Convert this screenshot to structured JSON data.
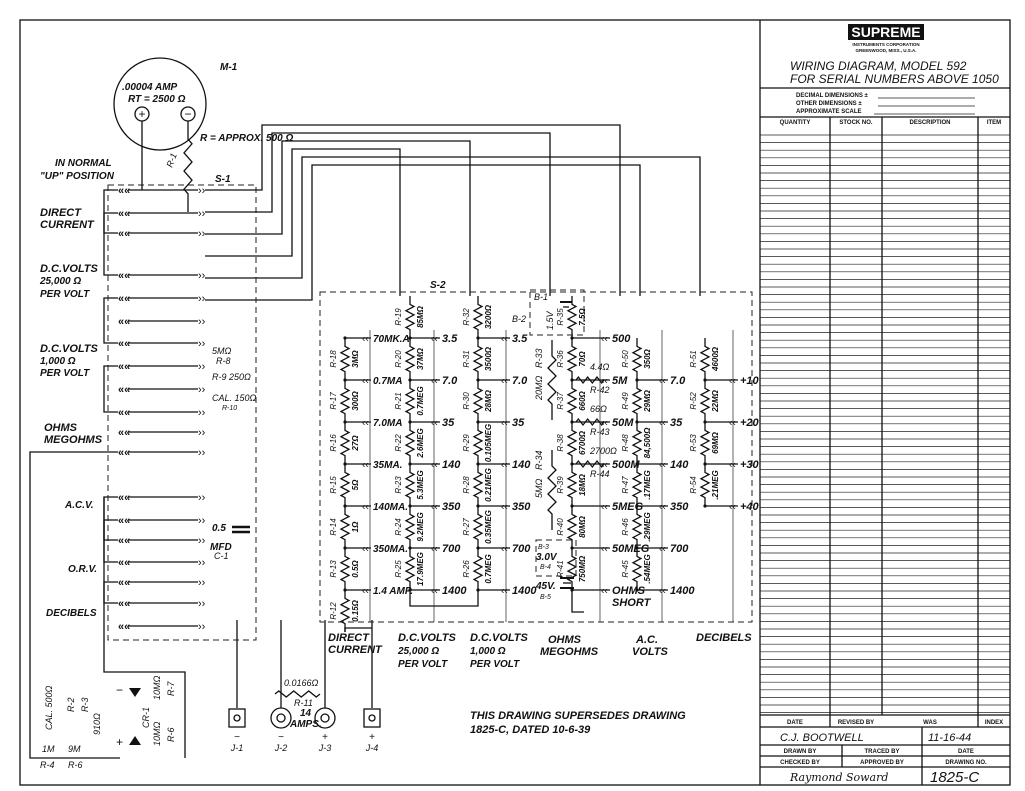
{
  "title_block": {
    "logo": "SUPREME",
    "logo_sub": "INSTRUMENTS CORPORATION",
    "logo_city": "GREENWOOD, MISS., U.S.A.",
    "title_line1": "WIRING DIAGRAM, MODEL 592",
    "title_line2": "FOR SERIAL NUMBERS ABOVE 1050",
    "decimal_dimensions": "DECIMAL DIMENSIONS ±",
    "other_dimensions": "OTHER DIMENSIONS ±",
    "approximate_scale": "APPROXIMATE SCALE",
    "columns": [
      "QUANTITY",
      "STOCK NO.",
      "DESCRIPTION",
      "ITEM"
    ],
    "revision_columns": [
      "DATE",
      "REVISED BY",
      "WAS",
      "INDEX"
    ],
    "drawn_by_value": "C.J. BOOTWELL",
    "date_value": "11-16-44",
    "drawn_by": "DRAWN BY",
    "traced_by": "TRACED BY",
    "date": "DATE",
    "checked_by": "CHECKED BY",
    "approved_by": "APPROVED BY",
    "drawing_no": "DRAWING NO.",
    "signature": "Raymond Soward",
    "drawing_no_value": "1825-C"
  },
  "meter": {
    "rating": ".00004 AMP",
    "resistance": "RT = 2500 Ω",
    "ref": "M-1",
    "r1_note": "R = APPROX. 500 Ω",
    "r1_ref": "R-1"
  },
  "switch_s1": {
    "ref": "S-1",
    "note_line1": "IN NORMAL",
    "note_line2": "\"UP\" POSITION",
    "sections": [
      [
        "DIRECT",
        "CURRENT"
      ],
      [
        "D.C.VOLTS",
        "25,000 Ω",
        "PER VOLT"
      ],
      [
        "D.C.VOLTS",
        "1,000 Ω",
        "PER VOLT"
      ],
      [
        "OHMS",
        "MEGOHMS"
      ],
      [
        "A.C.V."
      ],
      [
        "O.R.V."
      ],
      [
        "DECIBELS"
      ]
    ],
    "r8": [
      "5MΩ",
      "R-8"
    ],
    "r9": "R-9 250Ω",
    "r10": [
      "CAL. 150Ω",
      "R-10"
    ],
    "c1": [
      "0.5",
      "MFD",
      "C-1"
    ]
  },
  "rectifier": {
    "r2": [
      "CAL. 500Ω",
      "R-2"
    ],
    "r3": [
      "R-3",
      "910Ω"
    ],
    "cr1": "CR-1",
    "r7": [
      "10MΩ",
      "R-7"
    ],
    "r6a": [
      "10MΩ",
      "R-6"
    ],
    "r4": [
      "1M",
      "R-4"
    ],
    "r6b": [
      "9M",
      "R-6"
    ]
  },
  "jacks": {
    "r11": [
      "0.0166Ω",
      "R-11"
    ],
    "amps": [
      "14",
      "AMPS."
    ],
    "items": [
      {
        "ref": "J-1",
        "polarity": "−"
      },
      {
        "ref": "J-2",
        "polarity": "−"
      },
      {
        "ref": "J-3",
        "polarity": "+"
      },
      {
        "ref": "J-4",
        "polarity": "+"
      }
    ]
  },
  "switch_s2": {
    "ref": "S-2",
    "range_labels": [
      [
        "DIRECT",
        "CURRENT"
      ],
      [
        "D.C.VOLTS",
        "25,000 Ω",
        "PER VOLT"
      ],
      [
        "D.C.VOLTS",
        "1,000 Ω",
        "PER VOLT"
      ],
      [
        "OHMS",
        "MEGOHMS"
      ],
      [
        "A.C.",
        "VOLTS"
      ],
      [
        "DECIBELS"
      ]
    ]
  },
  "ladders": [
    {
      "taps": [
        "70MK.A",
        "0.7MA",
        "7.0MA",
        "35MA.",
        "140MA.",
        "350MA.",
        "1.4 AMP."
      ],
      "resistors": [
        [
          "R-18",
          "3MΩ"
        ],
        [
          "R-17",
          "300Ω"
        ],
        [
          "R-16",
          "27Ω"
        ],
        [
          "R-15",
          "5Ω"
        ],
        [
          "R-14",
          "1Ω"
        ],
        [
          "R-13",
          "0.5Ω"
        ],
        [
          "R-12",
          "0.15Ω"
        ]
      ]
    },
    {
      "taps": [
        "3.5",
        "7.0",
        "35",
        "140",
        "350",
        "700",
        "1400"
      ],
      "resistors": [
        [
          "R-19",
          "85MΩ"
        ],
        [
          "R-20",
          "37MΩ"
        ],
        [
          "R-21",
          "0.7MEG"
        ],
        [
          "R-22",
          "2.6MEG"
        ],
        [
          "R-23",
          "5.3MEG"
        ],
        [
          "R-24",
          "9.2MEG"
        ],
        [
          "R-25",
          "17.9MEG"
        ]
      ]
    },
    {
      "taps": [
        "3.5",
        "7.0",
        "35",
        "140",
        "350",
        "700",
        "1400"
      ],
      "resistors": [
        [
          "R-32",
          "3200Ω"
        ],
        [
          "R-31",
          "3500Ω"
        ],
        [
          "R-30",
          "28MΩ"
        ],
        [
          "R-29",
          "0.105MEG"
        ],
        [
          "R-28",
          "0.21MEG"
        ],
        [
          "R-27",
          "0.35MEG"
        ],
        [
          "R-26",
          "0.7MEG"
        ]
      ]
    },
    {
      "taps": [
        "500",
        "5M",
        "50M",
        "500M",
        "5MEG",
        "50MEG",
        "OHMS SHORT"
      ],
      "resistors": [
        [
          "R-35",
          "7.5Ω"
        ],
        [
          "R-36",
          "70Ω"
        ],
        [
          "R-37",
          "660Ω"
        ],
        [
          "R-38",
          "6700Ω"
        ],
        [
          "R-39",
          "18MΩ"
        ],
        [
          "R-40",
          "80MΩ"
        ],
        [
          "R-41",
          "750MΩ"
        ]
      ]
    },
    {
      "taps": [
        "7.0",
        "35",
        "140",
        "350",
        "700",
        "1400"
      ],
      "resistors": [
        [
          "R-50",
          "350Ω"
        ],
        [
          "R-49",
          "29MΩ"
        ],
        [
          "R-48",
          "84,500Ω"
        ],
        [
          "R-47",
          ".17MEG"
        ],
        [
          "R-46",
          ".29MEG"
        ],
        [
          "R-45",
          ".54MEG"
        ]
      ]
    },
    {
      "taps": [
        "+10",
        "+20",
        "+30",
        "+40"
      ],
      "resistors": [
        [
          "R-51",
          "4600Ω"
        ],
        [
          "R-52",
          "22MΩ"
        ],
        [
          "R-53",
          "69MΩ"
        ],
        [
          "R-54",
          ".21MEG"
        ]
      ]
    }
  ],
  "ohms_extras": {
    "r42": [
      "4.4Ω",
      "R-42"
    ],
    "r43": [
      "66Ω",
      "R-43"
    ],
    "r44": [
      "2700Ω",
      "R-44"
    ],
    "r33": [
      "R-33",
      "20MΩ"
    ],
    "r34": [
      "R-34",
      "5MΩ"
    ],
    "b1": [
      "B-1",
      "1.5V"
    ],
    "b2": "B-2",
    "b3": [
      "B-3",
      "3.0V",
      "B-4"
    ],
    "b5": [
      "45V.",
      "B-5"
    ]
  },
  "note": {
    "line1": "THIS DRAWING SUPERSEDES DRAWING",
    "line2": "1825-C, DATED 10-6-39"
  }
}
